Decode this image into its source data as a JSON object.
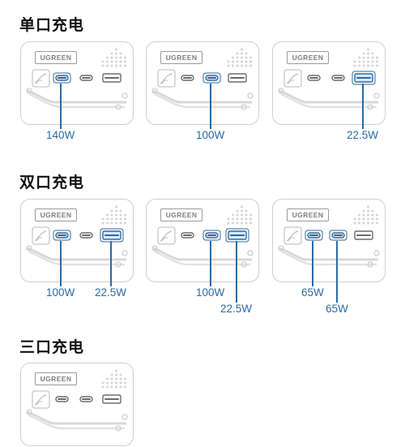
{
  "sections": [
    {
      "title": "单口充电"
    },
    {
      "title": "双口充电"
    },
    {
      "title": "三口充电"
    }
  ],
  "brand": "UGREEN",
  "port_labels": [
    "USB-C1",
    "USB-C2",
    "USB-A"
  ],
  "colors": {
    "active": "#2b6aa5",
    "outline": "#cfcfcf"
  },
  "single": [
    {
      "active": [
        "USB-C1"
      ],
      "watts": [
        "140W"
      ]
    },
    {
      "active": [
        "USB-C2"
      ],
      "watts": [
        "100W"
      ]
    },
    {
      "active": [
        "USB-A"
      ],
      "watts": [
        "22.5W"
      ]
    }
  ],
  "dual": [
    {
      "active": [
        "USB-C1",
        "USB-A"
      ],
      "watts": [
        "100W",
        "22.5W"
      ]
    },
    {
      "active": [
        "USB-C2",
        "USB-A"
      ],
      "watts": [
        "100W",
        "22.5W"
      ]
    },
    {
      "active": [
        "USB-C1",
        "USB-C2"
      ],
      "watts": [
        "65W",
        "65W"
      ]
    }
  ]
}
